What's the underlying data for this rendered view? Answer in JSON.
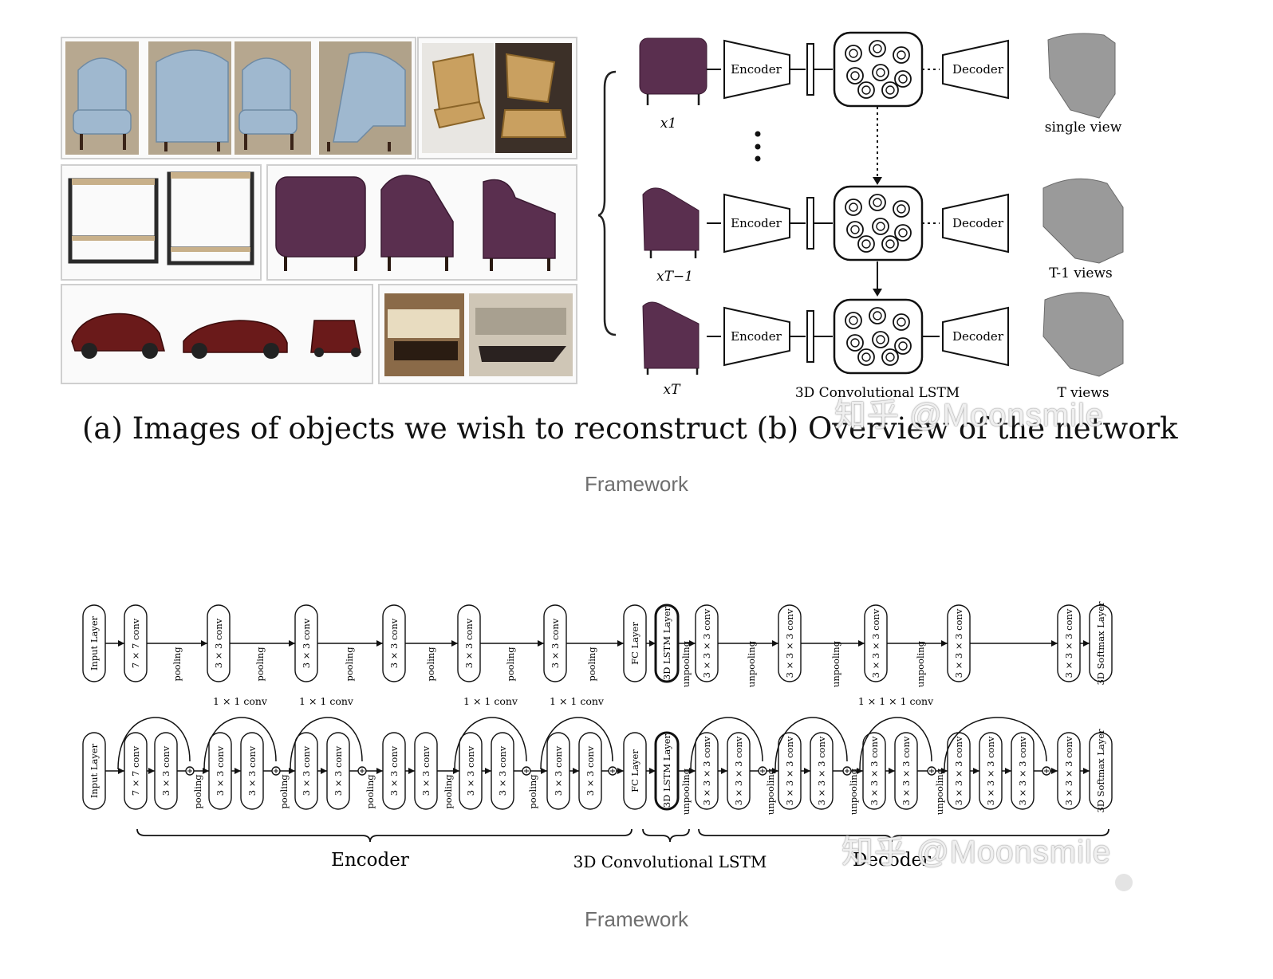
{
  "top_figure": {
    "diagram": {
      "encoder_label": "Encoder",
      "decoder_label": "Decoder",
      "inputs": [
        "x1",
        "xT−1",
        "xT"
      ],
      "outputs": [
        "single view",
        "T-1 views",
        "T views"
      ],
      "lstm_label": "3D Convolutional LSTM"
    },
    "caption_line": "(a) Images of objects we wish to reconstruct (b) Overview of the network",
    "watermark": "知乎 @Moonsmile"
  },
  "caption_1": "Framework",
  "bottom_figure": {
    "top_row": [
      "Input Layer",
      "7 × 7 conv",
      "pooling",
      "3 × 3 conv",
      "pooling",
      "3 × 3 conv",
      "pooling",
      "3 × 3 conv",
      "pooling",
      "3 × 3 conv",
      "pooling",
      "3 × 3 conv",
      "pooling",
      "FC Layer",
      "3D LSTM Layer",
      "unpooling",
      "3 × 3 × 3 conv",
      "unpooling",
      "3 × 3 × 3 conv",
      "unpooling",
      "3 × 3 × 3 conv",
      "unpooling",
      "3 × 3 × 3 conv",
      "3 × 3 × 3 conv",
      "3D Softmax Layer"
    ],
    "skip_labels": [
      "1 × 1 conv",
      "1 × 1 conv",
      "1 × 1 conv",
      "1 × 1 conv",
      "1 × 1 × 1 conv"
    ],
    "bottom_row": [
      "Input Layer",
      "7 × 7 conv",
      "3 × 3 conv",
      "pooling",
      "3 × 3 conv",
      "3 × 3 conv",
      "pooling",
      "3 × 3 conv",
      "3 × 3 conv",
      "pooling",
      "3 × 3 conv",
      "3 × 3 conv",
      "pooling",
      "3 × 3 conv",
      "3 × 3 conv",
      "pooling",
      "3 × 3 conv",
      "3 × 3 conv",
      "FC Layer",
      "3D LSTM Layer",
      "unpooling",
      "3 × 3 × 3 conv",
      "3 × 3 × 3 conv",
      "unpooling",
      "3 × 3 × 3 conv",
      "3 × 3 × 3 conv",
      "unpooling",
      "3 × 3 × 3 conv",
      "3 × 3 × 3 conv",
      "unpooling",
      "3 × 3 × 3 conv",
      "3 × 3 × 3 conv",
      "3 × 3 × 3 conv",
      "3 × 3 × 3 conv",
      "3D Softmax Layer"
    ],
    "group_labels": [
      "Encoder",
      "3D Convolutional LSTM",
      "Decoder"
    ],
    "watermark": "知乎 @Moonsmile"
  },
  "caption_2": "Framework",
  "colors": {
    "caption": "#6f6f6f",
    "purple": "#5a2f4f",
    "blue_chair": "#9fb8cf",
    "wood": "#c9a060",
    "car": "#6a1a1a"
  }
}
